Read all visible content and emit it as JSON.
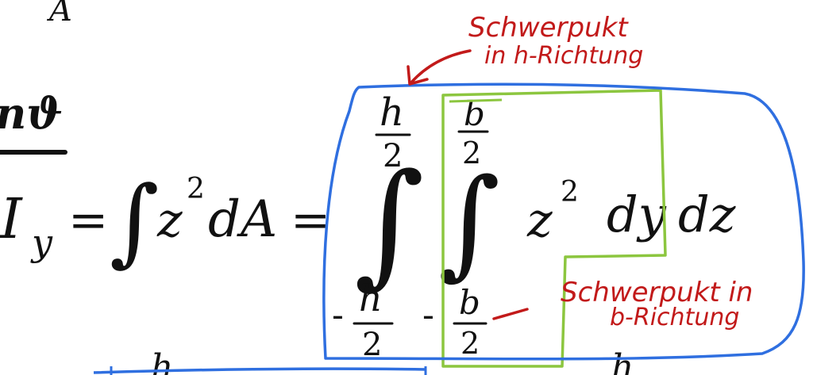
{
  "colors": {
    "ink": "#111111",
    "annotation_red": "#c21a1a",
    "blue_outline": "#2f6fe0",
    "green_outline": "#8cc63f"
  },
  "top_fragment": "A",
  "left_fragment": "nϑ",
  "equation": {
    "lhs": "I",
    "lhs_sub": "y",
    "eq1": "=",
    "integral1": "∫",
    "integrand1": "z",
    "exp1": "2",
    "diff1": "dA",
    "eq2": "=",
    "outer_integral": "∫",
    "outer_upper_num": "h",
    "outer_upper_den": "2",
    "outer_lower_sign": "-",
    "outer_lower_num": "h",
    "outer_lower_den": "2",
    "inner_integral": "∫",
    "inner_upper_num": "b",
    "inner_upper_den": "2",
    "inner_lower_sign": "-",
    "inner_lower_num": "b",
    "inner_lower_den": "2",
    "integrand2": "z",
    "exp2": "2",
    "dy": "dy",
    "dz": "dz",
    "bottom_left_fragment": "h",
    "bottom_right_fragment": "h"
  },
  "annotations": {
    "top_line1": "Schwerpukt",
    "top_line2": "in h-Richtung",
    "right_line1": "Schwerpukt in",
    "right_line2": "b-Richtung"
  }
}
